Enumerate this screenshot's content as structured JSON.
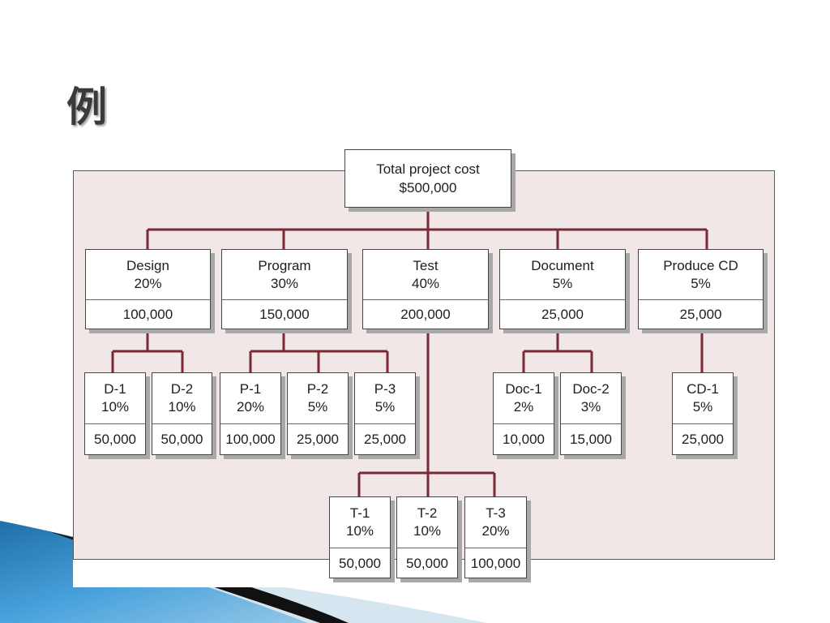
{
  "slide": {
    "title": "例"
  },
  "diagram": {
    "root": {
      "label": "Total project cost",
      "value": "$500,000"
    },
    "phases": [
      {
        "name": "Design",
        "percent": "20%",
        "cost": "100,000",
        "tasks": [
          {
            "name": "D-1",
            "percent": "10%",
            "cost": "50,000"
          },
          {
            "name": "D-2",
            "percent": "10%",
            "cost": "50,000"
          }
        ]
      },
      {
        "name": "Program",
        "percent": "30%",
        "cost": "150,000",
        "tasks": [
          {
            "name": "P-1",
            "percent": "20%",
            "cost": "100,000"
          },
          {
            "name": "P-2",
            "percent": "5%",
            "cost": "25,000"
          },
          {
            "name": "P-3",
            "percent": "5%",
            "cost": "25,000"
          }
        ]
      },
      {
        "name": "Test",
        "percent": "40%",
        "cost": "200,000",
        "tasks": [
          {
            "name": "T-1",
            "percent": "10%",
            "cost": "50,000"
          },
          {
            "name": "T-2",
            "percent": "10%",
            "cost": "50,000"
          },
          {
            "name": "T-3",
            "percent": "20%",
            "cost": "100,000"
          }
        ]
      },
      {
        "name": "Document",
        "percent": "5%",
        "cost": "25,000",
        "tasks": [
          {
            "name": "Doc-1",
            "percent": "2%",
            "cost": "10,000"
          },
          {
            "name": "Doc-2",
            "percent": "3%",
            "cost": "15,000"
          }
        ]
      },
      {
        "name": "Produce CD",
        "percent": "5%",
        "cost": "25,000",
        "tasks": [
          {
            "name": "CD-1",
            "percent": "5%",
            "cost": "25,000"
          }
        ]
      }
    ]
  },
  "colors": {
    "connector": "#7a2a35",
    "panel_background": "#f0e7e6",
    "box_border": "#444444",
    "box_shadow": "#a8a8a8",
    "deco_blue": "#3b8fcf",
    "deco_black": "#111111"
  }
}
